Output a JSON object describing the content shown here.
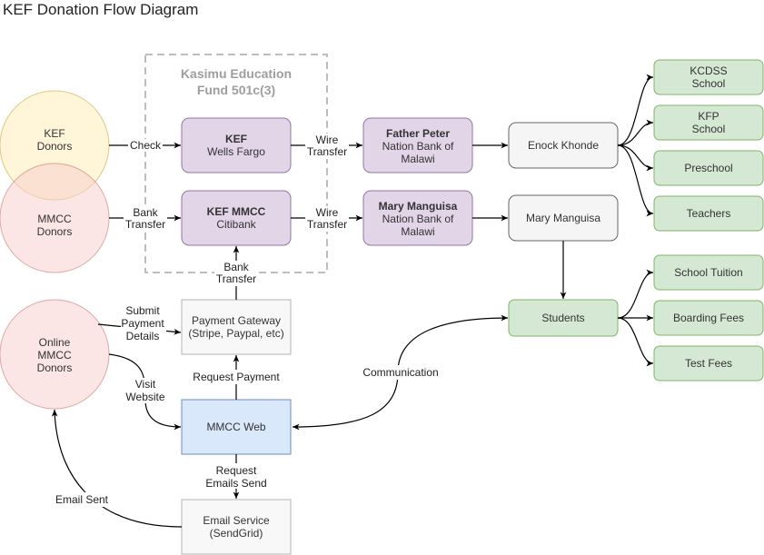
{
  "title": "KEF Donation Flow Diagram",
  "colors": {
    "purple_fill": "#e1d5e7",
    "purple_stroke": "#9673a6",
    "green_fill": "#d5e8d4",
    "green_stroke": "#82b366",
    "blue_fill": "#dae8fc",
    "blue_stroke": "#6c8ebf",
    "gray_fill": "#f5f5f5",
    "gray_stroke": "#666666",
    "light_fill": "#f8f8f8",
    "light_stroke": "#b3b3b3",
    "yellow_fill": "#fff2cc",
    "yellow_stroke": "#d6b656",
    "pink_fill": "#f8cecc",
    "pink_stroke": "#b85450",
    "fund_border": "#bdbdbd"
  },
  "fund": {
    "title_line1": "Kasimu Education",
    "title_line2": "Fund 501c(3)"
  },
  "donors": {
    "kef": {
      "line1": "KEF",
      "line2": "Donors"
    },
    "mmcc": {
      "line1": "MMCC",
      "line2": "Donors"
    },
    "online": {
      "line1": "Online",
      "line2": "MMCC",
      "line3": "Donors"
    }
  },
  "banks": {
    "kef": {
      "name": "KEF",
      "sub": "Wells Fargo"
    },
    "kef_mmcc": {
      "name": "KEF MMCC",
      "sub": "Citibank"
    }
  },
  "recipients": {
    "peter": {
      "name": "Father Peter",
      "line2": "Nation Bank of",
      "line3": "Malawi"
    },
    "mary_bank": {
      "name": "Mary Manguisa",
      "line2": "Nation Bank of",
      "line3": "Malawi"
    }
  },
  "people": {
    "enock": "Enock Khonde",
    "mary": "Mary Manguisa"
  },
  "outcomes": {
    "kcdss": {
      "line1": "KCDSS",
      "line2": "School"
    },
    "kfp": {
      "line1": "KFP",
      "line2": "School"
    },
    "preschool": "Preschool",
    "teachers": "Teachers",
    "students": "Students",
    "tuition": "School Tuition",
    "boarding": "Boarding Fees",
    "test": "Test Fees"
  },
  "services": {
    "gateway": {
      "line1": "Payment Gateway",
      "line2": "(Stripe, Paypal, etc)"
    },
    "web": "MMCC Web",
    "email": {
      "line1": "Email Service",
      "line2": "(SendGrid)"
    }
  },
  "edges": {
    "check": "Check",
    "bank_transfer_1": {
      "line1": "Bank",
      "line2": "Transfer"
    },
    "wire_1": {
      "line1": "Wire",
      "line2": "Transfer"
    },
    "wire_2": {
      "line1": "Wire",
      "line2": "Transfer"
    },
    "bank_transfer_2": {
      "line1": "Bank",
      "line2": "Transfer"
    },
    "submit": {
      "line1": "Submit",
      "line2": "Payment",
      "line3": "Details"
    },
    "visit": {
      "line1": "Visit",
      "line2": "Website"
    },
    "request_payment": "Request Payment",
    "communication": "Communication",
    "request_emails": {
      "line1": "Request",
      "line2": "Emails Send"
    },
    "email_sent": "Email Sent"
  }
}
